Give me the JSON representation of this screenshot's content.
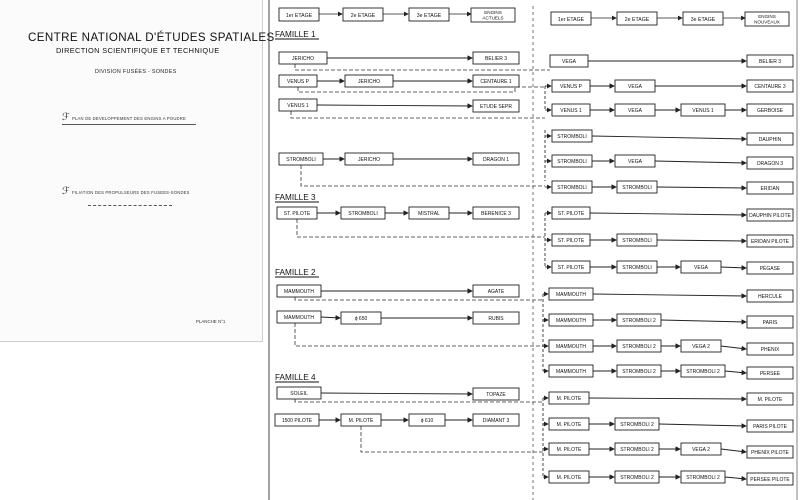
{
  "cover": {
    "org": "CENTRE NATIONAL D'ÉTUDES SPATIALES",
    "directorate": "DIRECTION SCIENTIFIQUE ET TECHNIQUE",
    "division": "DIVISION FUSÉES - SONDES",
    "subject1": "PLAN DE DEVELOPPEMENT DES ENGINS A POUDRE",
    "subject2": "FILIATION DES PROPULSEURS DES FUSEES-SONDES",
    "plate": "PLANCHE N°1"
  },
  "headers": {
    "left": [
      "1er ETAGE",
      "2e ETAGE",
      "3e ETAGE"
    ],
    "left_engines": [
      "ENGINS",
      "ACTUELS"
    ],
    "right": [
      "1er ETAGE",
      "2e ETAGE",
      "3e ETAGE"
    ],
    "right_engines": [
      "ENGINS",
      "NOUVEAUX"
    ]
  },
  "families": [
    "FAMILLE 1",
    "FAMILLE 3",
    "FAMILLE 2",
    "FAMILLE 4"
  ],
  "nodes": {
    "jericho1": "JERICHO",
    "belier3": "BELIER 3",
    "venusP_l": "VENUS P",
    "jericho2": "JERICHO",
    "centaure1": "CENTAURE 1",
    "venus1_l": "VENUS 1",
    "etude": "ETUDE SEPR",
    "stromboli_l": "STROMBOLI",
    "jericho3": "JERICHO",
    "dragon1": "DRAGON 1",
    "stpilote_l": "ST. PILOTE",
    "stromboli_f3": "STROMBOLI",
    "mistral": "MISTRAL",
    "berenice": "BERENICE 3",
    "mammouth_l1": "MAMMOUTH",
    "agate": "AGATE",
    "mammouth_l2": "MAMMOUTH",
    "d650": "ϕ 650",
    "rubis": "RUBIS",
    "soleil": "SOLEIL",
    "topaze": "TOPAZE",
    "p1500": "1500 PILOTE",
    "mpilote_l": "M. PILOTE",
    "d610": "ϕ 610",
    "diamant": "DIAMANT 3",
    "vega_r1": "VEGA",
    "belier_r": "BELIER 3",
    "venusP_r": "VENUS P",
    "vega_r2": "VEGA",
    "centaure3": "CENTAURE 3",
    "venus1_r": "VENUS 1",
    "vega_r3": "VEGA",
    "venus1_r2": "VENUS 1",
    "gerboise": "GERBOISE",
    "stromboli_r1": "STROMBOLI",
    "dauphin": "DAUPHIN",
    "stromboli_r2": "STROMBOLI",
    "vega_r4": "VEGA",
    "dragon3": "DRAGON 3",
    "stromboli_r3": "STROMBOLI",
    "stromboli_r4": "STROMBOLI",
    "eridan": "ERIDAN",
    "stpilote_r1": "ST. PILOTE",
    "dauphinp": "DAUPHIN PILOTE",
    "stpilote_r2": "ST. PILOTE",
    "stromboli_r5": "STROMBOLI",
    "eridanp": "ERIDAN PILOTE",
    "stpilote_r3": "ST. PILOTE",
    "stromboli_r6": "STROMBOLI",
    "vega_r5": "VEGA",
    "pegase": "PÉGASE",
    "mammouth_r1": "MAMMOUTH",
    "hercule": "HERCULE",
    "mammouth_r2": "MAMMOUTH",
    "stromboli2_a": "STROMBOLI 2",
    "paris": "PARIS",
    "mammouth_r3": "MAMMOUTH",
    "stromboli2_b": "STROMBOLI 2",
    "vega2_a": "VEGA 2",
    "phenix": "PHENIX",
    "mammouth_r4": "MAMMOUTH",
    "stromboli2_c": "STROMBOLI 2",
    "stromboli2_d": "STROMBOLI 2",
    "persee": "PERSEE",
    "mpilote_r1": "M. PILOTE",
    "mpilote_end": "M. PILOTE",
    "mpilote_r2": "M. PILOTE",
    "stromboli2_e": "STROMBOLI 2",
    "parisp": "PARIS PILOTE",
    "mpilote_r3": "M. PILOTE",
    "stromboli2_f": "STROMBOLI 2",
    "vega2_b": "VEGA 2",
    "phenixp": "PHENIX PILOTE",
    "mpilote_r4": "M. PILOTE",
    "stromboli2_g": "STROMBOLI 2",
    "stromboli2_h": "STROMBOLI 2",
    "perseep": "PERSEE PILOTE"
  }
}
